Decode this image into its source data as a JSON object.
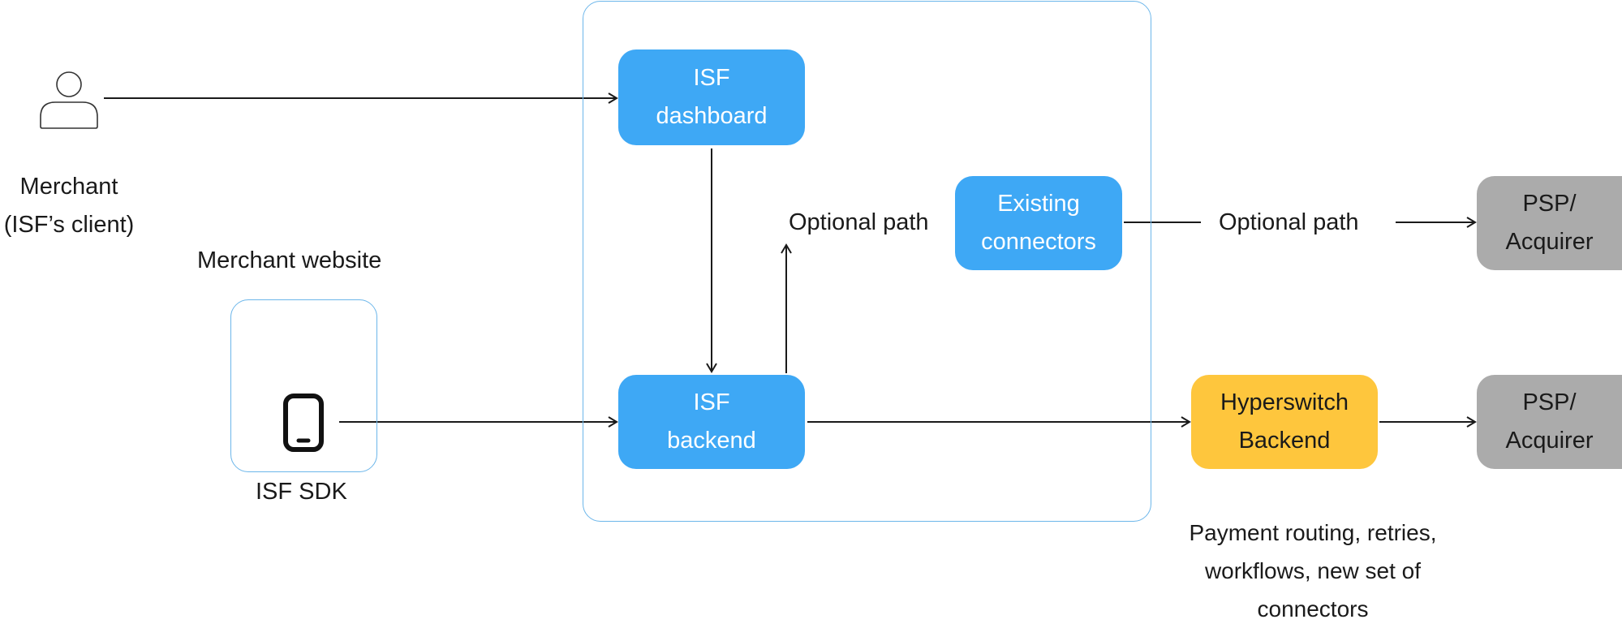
{
  "colors": {
    "accent_blue": "#3ea8f5",
    "highlight_yellow": "#fec63d",
    "neutral_gray": "#ababab",
    "frame_blue": "#6cb6ea"
  },
  "merchant": {
    "icon": "person-icon",
    "line1": "Merchant",
    "line2": "(ISF’s client)"
  },
  "merchant_website": {
    "label": "Merchant website",
    "icon": "mobile-phone-icon",
    "sdk_label": "ISF SDK"
  },
  "isf_dashboard": {
    "line1": "ISF",
    "line2": "dashboard"
  },
  "isf_backend": {
    "line1": "ISF",
    "line2": "backend"
  },
  "existing_connectors": {
    "line1": "Existing",
    "line2": "connectors"
  },
  "optional_path_left": "Optional path",
  "optional_path_right": "Optional path",
  "psp_top": {
    "line1": "PSP/",
    "line2": "Acquirer"
  },
  "psp_bottom": {
    "line1": "PSP/",
    "line2": "Acquirer"
  },
  "hyperswitch": {
    "line1": "Hyperswitch",
    "line2": "Backend"
  },
  "hyperswitch_caption": {
    "line1": "Payment routing, retries,",
    "line2": "workflows, new set of",
    "line3": "connectors"
  }
}
